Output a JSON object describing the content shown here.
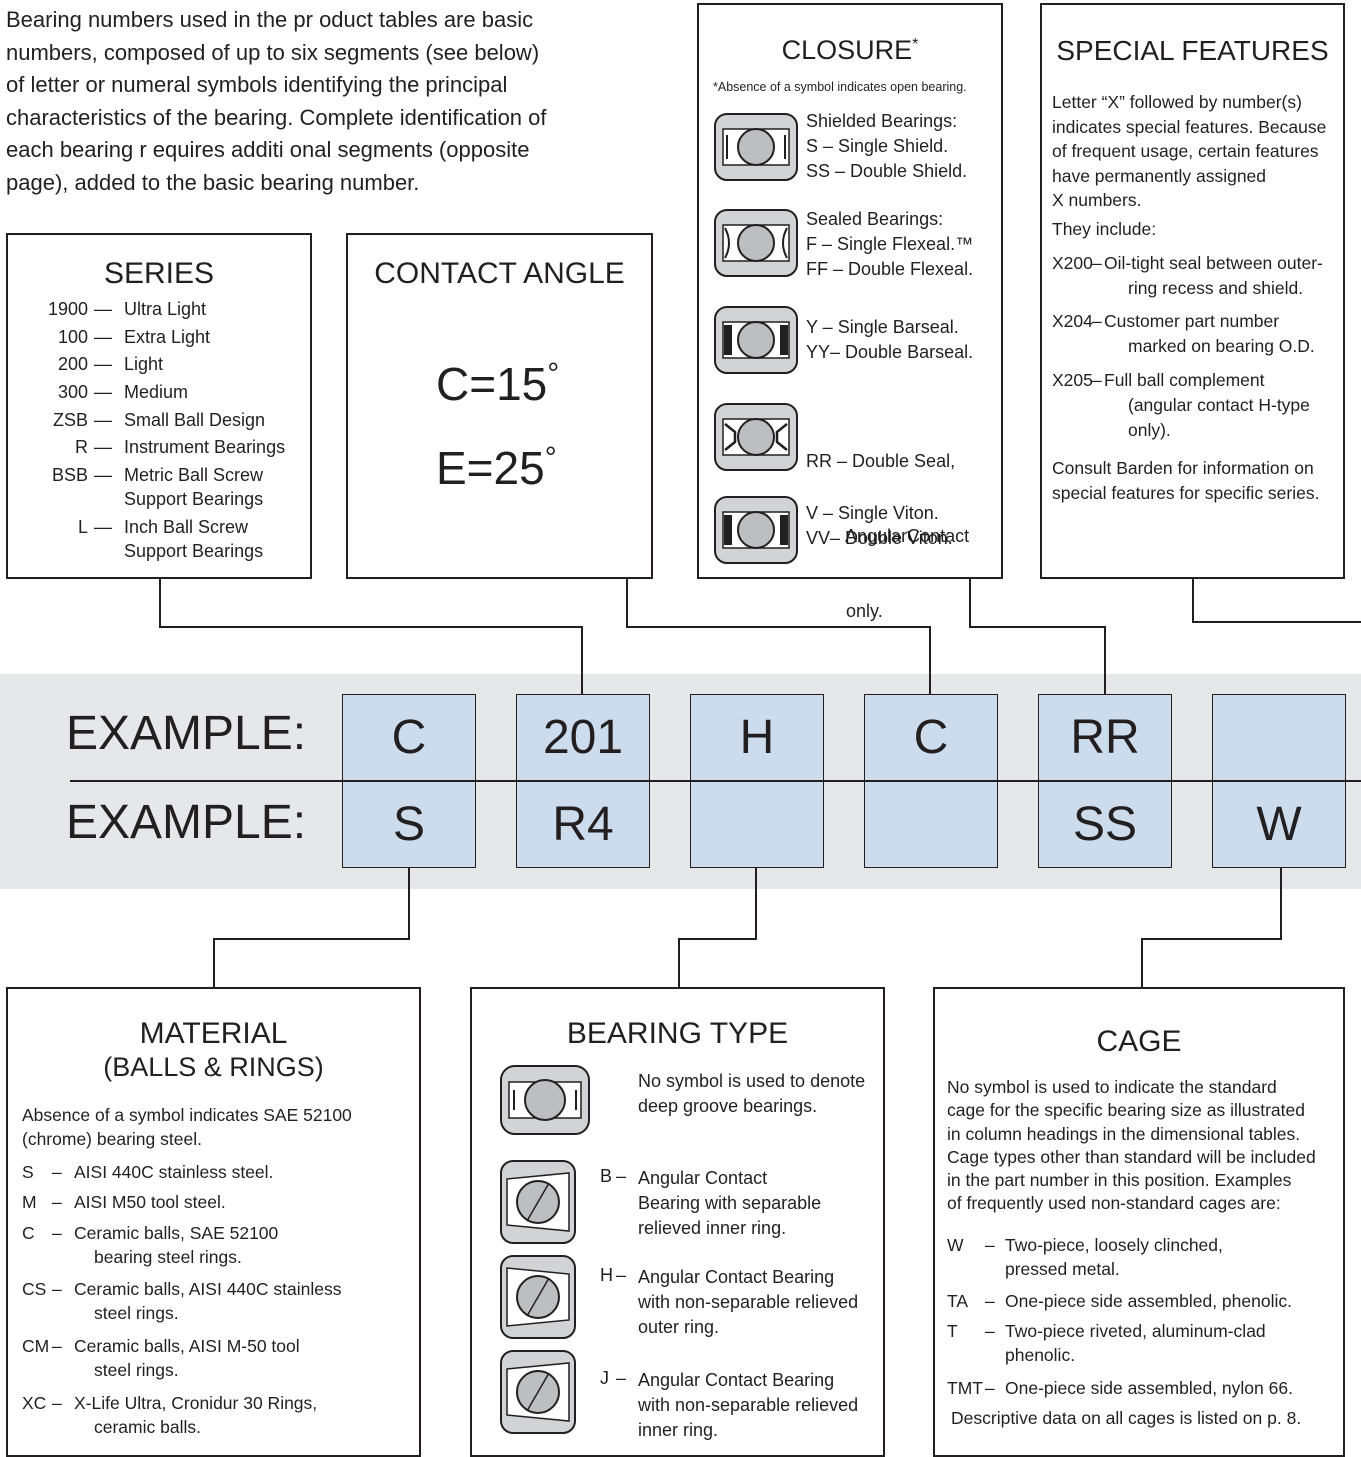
{
  "intro_lines": [
    "Bearing numbers used in the pr oduct tables are basic",
    "numbers, composed of up to six segments (see below)",
    "of letter or numeral symbols identifying the principal",
    "characteristics of the bearing. Complete identification of",
    "each bearing r equires additi onal segments (opposite",
    "page), added to the basic bearing number."
  ],
  "series": {
    "title": "SERIES",
    "items": [
      {
        "code": "1900",
        "desc": [
          "Ultra Light"
        ]
      },
      {
        "code": "100",
        "desc": [
          "Extra Light"
        ]
      },
      {
        "code": "200",
        "desc": [
          "Light"
        ]
      },
      {
        "code": "300",
        "desc": [
          "Medium"
        ]
      },
      {
        "code": "ZSB",
        "desc": [
          "Small Ball Design"
        ]
      },
      {
        "code": "R",
        "desc": [
          "Instrument Bearings"
        ]
      },
      {
        "code": "BSB",
        "desc": [
          "Metric Ball Screw",
          "Support Bearings"
        ]
      },
      {
        "code": "L",
        "desc": [
          "Inch Ball Screw",
          "Support Bearings"
        ]
      }
    ]
  },
  "contact_angle": {
    "title": "CONTACT ANGLE",
    "c": "C=15",
    "e": "E=25",
    "degree": "°"
  },
  "closure": {
    "title": "CLOSURE",
    "title_mark": "*",
    "note": "*Absence of a symbol indicates open bearing.",
    "groups": [
      {
        "lines": [
          "Shielded Bearings:",
          "S  – Single Shield.",
          "SS – Double Shield."
        ]
      },
      {
        "lines": [
          "Sealed Bearings:",
          "F  – Single Flexeal.™",
          "FF – Double Flexeal."
        ]
      },
      {
        "lines": [
          "Y  – Single Barseal.",
          "YY– Double Barseal."
        ]
      },
      {
        "lines": [
          "RR – Double Seal,",
          "        AngularContact",
          "        only."
        ]
      },
      {
        "lines": [
          "V  – Single Viton.",
          "VV– Double Viton."
        ]
      }
    ]
  },
  "special_features": {
    "title": "SPECIAL FEATURES",
    "para": [
      "Letter “X” followed by number(s)",
      "indicates special features. Because",
      "of frequent usage, certain features",
      "have permanently assigned",
      "X numbers."
    ],
    "include": "They include:",
    "items": [
      {
        "code": "X200",
        "desc": [
          "Oil-tight seal between outer-",
          "ring recess and shield."
        ]
      },
      {
        "code": "X204",
        "desc": [
          "Customer part number",
          "marked on bearing O.D."
        ]
      },
      {
        "code": "X205",
        "desc": [
          "Full ball complement",
          "(angular contact H-type",
          "only)."
        ]
      }
    ],
    "consult": [
      "Consult Barden for information on",
      "special features for specific series."
    ]
  },
  "examples": {
    "label": "EXAMPLE:",
    "row1": [
      "C",
      "201",
      "H",
      "C",
      "RR",
      ""
    ],
    "row2": [
      "S",
      "R4",
      "",
      "",
      "SS",
      "W"
    ]
  },
  "material": {
    "title": "MATERIAL",
    "subtitle": "(BALLS & RINGS)",
    "para": [
      "Absence of a symbol indicates SAE 52100",
      "(chrome) bearing steel."
    ],
    "items": [
      {
        "code": "S",
        "desc": [
          "AISI 440C stainless steel."
        ]
      },
      {
        "code": "M",
        "desc": [
          "AISI M50 tool steel."
        ]
      },
      {
        "code": "C",
        "desc": [
          "Ceramic balls, SAE 52100",
          "bearing steel rings."
        ]
      },
      {
        "code": "CS",
        "desc": [
          "Ceramic balls, AISI 440C stainless",
          "steel rings."
        ]
      },
      {
        "code": "CM",
        "desc": [
          "Ceramic balls, AISI M-50 tool",
          "steel rings."
        ]
      },
      {
        "code": "XC",
        "desc": [
          "X-Life Ultra, Cronidur 30 Rings,",
          "ceramic balls."
        ]
      }
    ]
  },
  "bearing_type": {
    "title": "BEARING TYPE",
    "items": [
      {
        "code": "",
        "desc": [
          "No symbol is used to denote",
          "deep groove bearings."
        ]
      },
      {
        "code": "B",
        "desc": [
          "Angular Contact",
          "Bearing with separable",
          "relieved inner ring."
        ]
      },
      {
        "code": "H",
        "desc": [
          "Angular Contact Bearing",
          "with non-separable relieved",
          "outer ring."
        ]
      },
      {
        "code": "J",
        "desc": [
          "Angular Contact Bearing",
          "with non-separable relieved",
          "inner ring."
        ]
      }
    ]
  },
  "cage": {
    "title": "CAGE",
    "para": [
      "No symbol is used to indicate the standard",
      "cage for the specific bearing size as illustrated",
      "in column headings in the dimensional tables.",
      "Cage types other than standard will be included",
      "in the part number in this position. Examples",
      "of frequently used non-standard cages are:"
    ],
    "items": [
      {
        "code": "W",
        "desc": [
          "Two-piece, loosely clinched,",
          "pressed metal."
        ]
      },
      {
        "code": "TA",
        "desc": [
          "One-piece side assembled, phenolic."
        ]
      },
      {
        "code": "T",
        "desc": [
          "Two-piece riveted, aluminum-clad",
          "phenolic."
        ]
      },
      {
        "code": "TMT",
        "desc": [
          "One-piece side assembled, nylon 66."
        ]
      }
    ],
    "note": "Descriptive data on all cages is listed on p. 8."
  },
  "colors": {
    "band": "#e6e7e8",
    "cell": "#ccdcec",
    "ink": "#231f20"
  }
}
